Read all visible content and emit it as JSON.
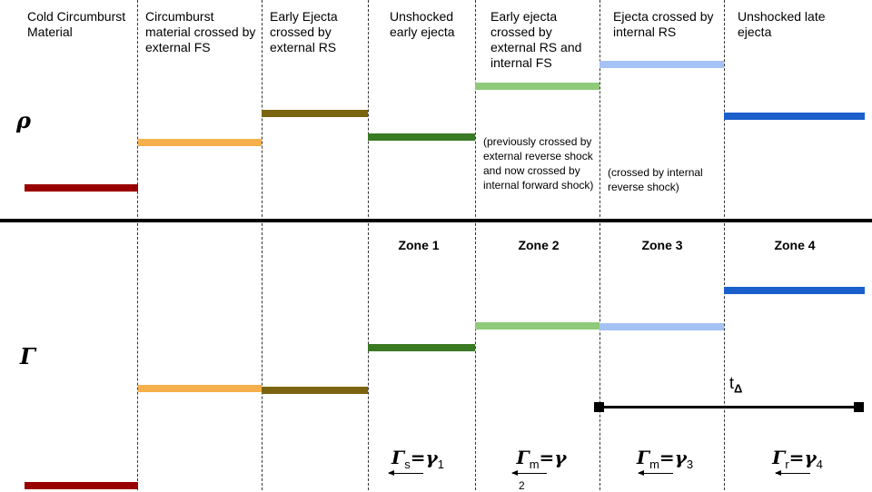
{
  "headers": {
    "col0": "Cold Circumburst Material",
    "col1": "Circumburst material crossed by external FS",
    "col2": "Early Ejecta crossed by external RS",
    "col3": "Unshocked early ejecta",
    "col4": "Early ejecta crossed by external RS and internal FS",
    "col5": "Ejecta crossed by internal RS",
    "col6": "Unshocked late ejecta"
  },
  "symbols": {
    "rho": "ρ",
    "gamma": "Γ"
  },
  "notes": {
    "zone2_note": "(previously crossed by external reverse shock and now crossed by internal forward shock)",
    "zone3_note": "(crossed by internal reverse shock)"
  },
  "zones": {
    "z1": "Zone 1",
    "z2": "Zone 2",
    "z3": "Zone 3",
    "z4": "Zone 4"
  },
  "gamma_labels": {
    "g1": {
      "base": "Γ",
      "sub": "s",
      "eq": "=",
      "greek": "γ",
      "idx": "1"
    },
    "g2": {
      "base": "Γ",
      "sub": "m",
      "eq": "=",
      "greek": "γ",
      "idx": "2"
    },
    "g3": {
      "base": "Γ",
      "sub": "m",
      "eq": "=",
      "greek": "γ",
      "idx": "3"
    },
    "g4": {
      "base": "Γ",
      "sub": "r",
      "eq": "=",
      "greek": "γ",
      "idx": "4"
    }
  },
  "t_delta": {
    "t": "t",
    "sub": "Δ"
  },
  "colors": {
    "dark_red": "#990000",
    "orange": "#f6b04b",
    "olive": "#7b6410",
    "dark_green": "#3a7a24",
    "light_green": "#8fc97a",
    "light_blue": "#a4c2f4",
    "blue": "#1a5fcc"
  }
}
